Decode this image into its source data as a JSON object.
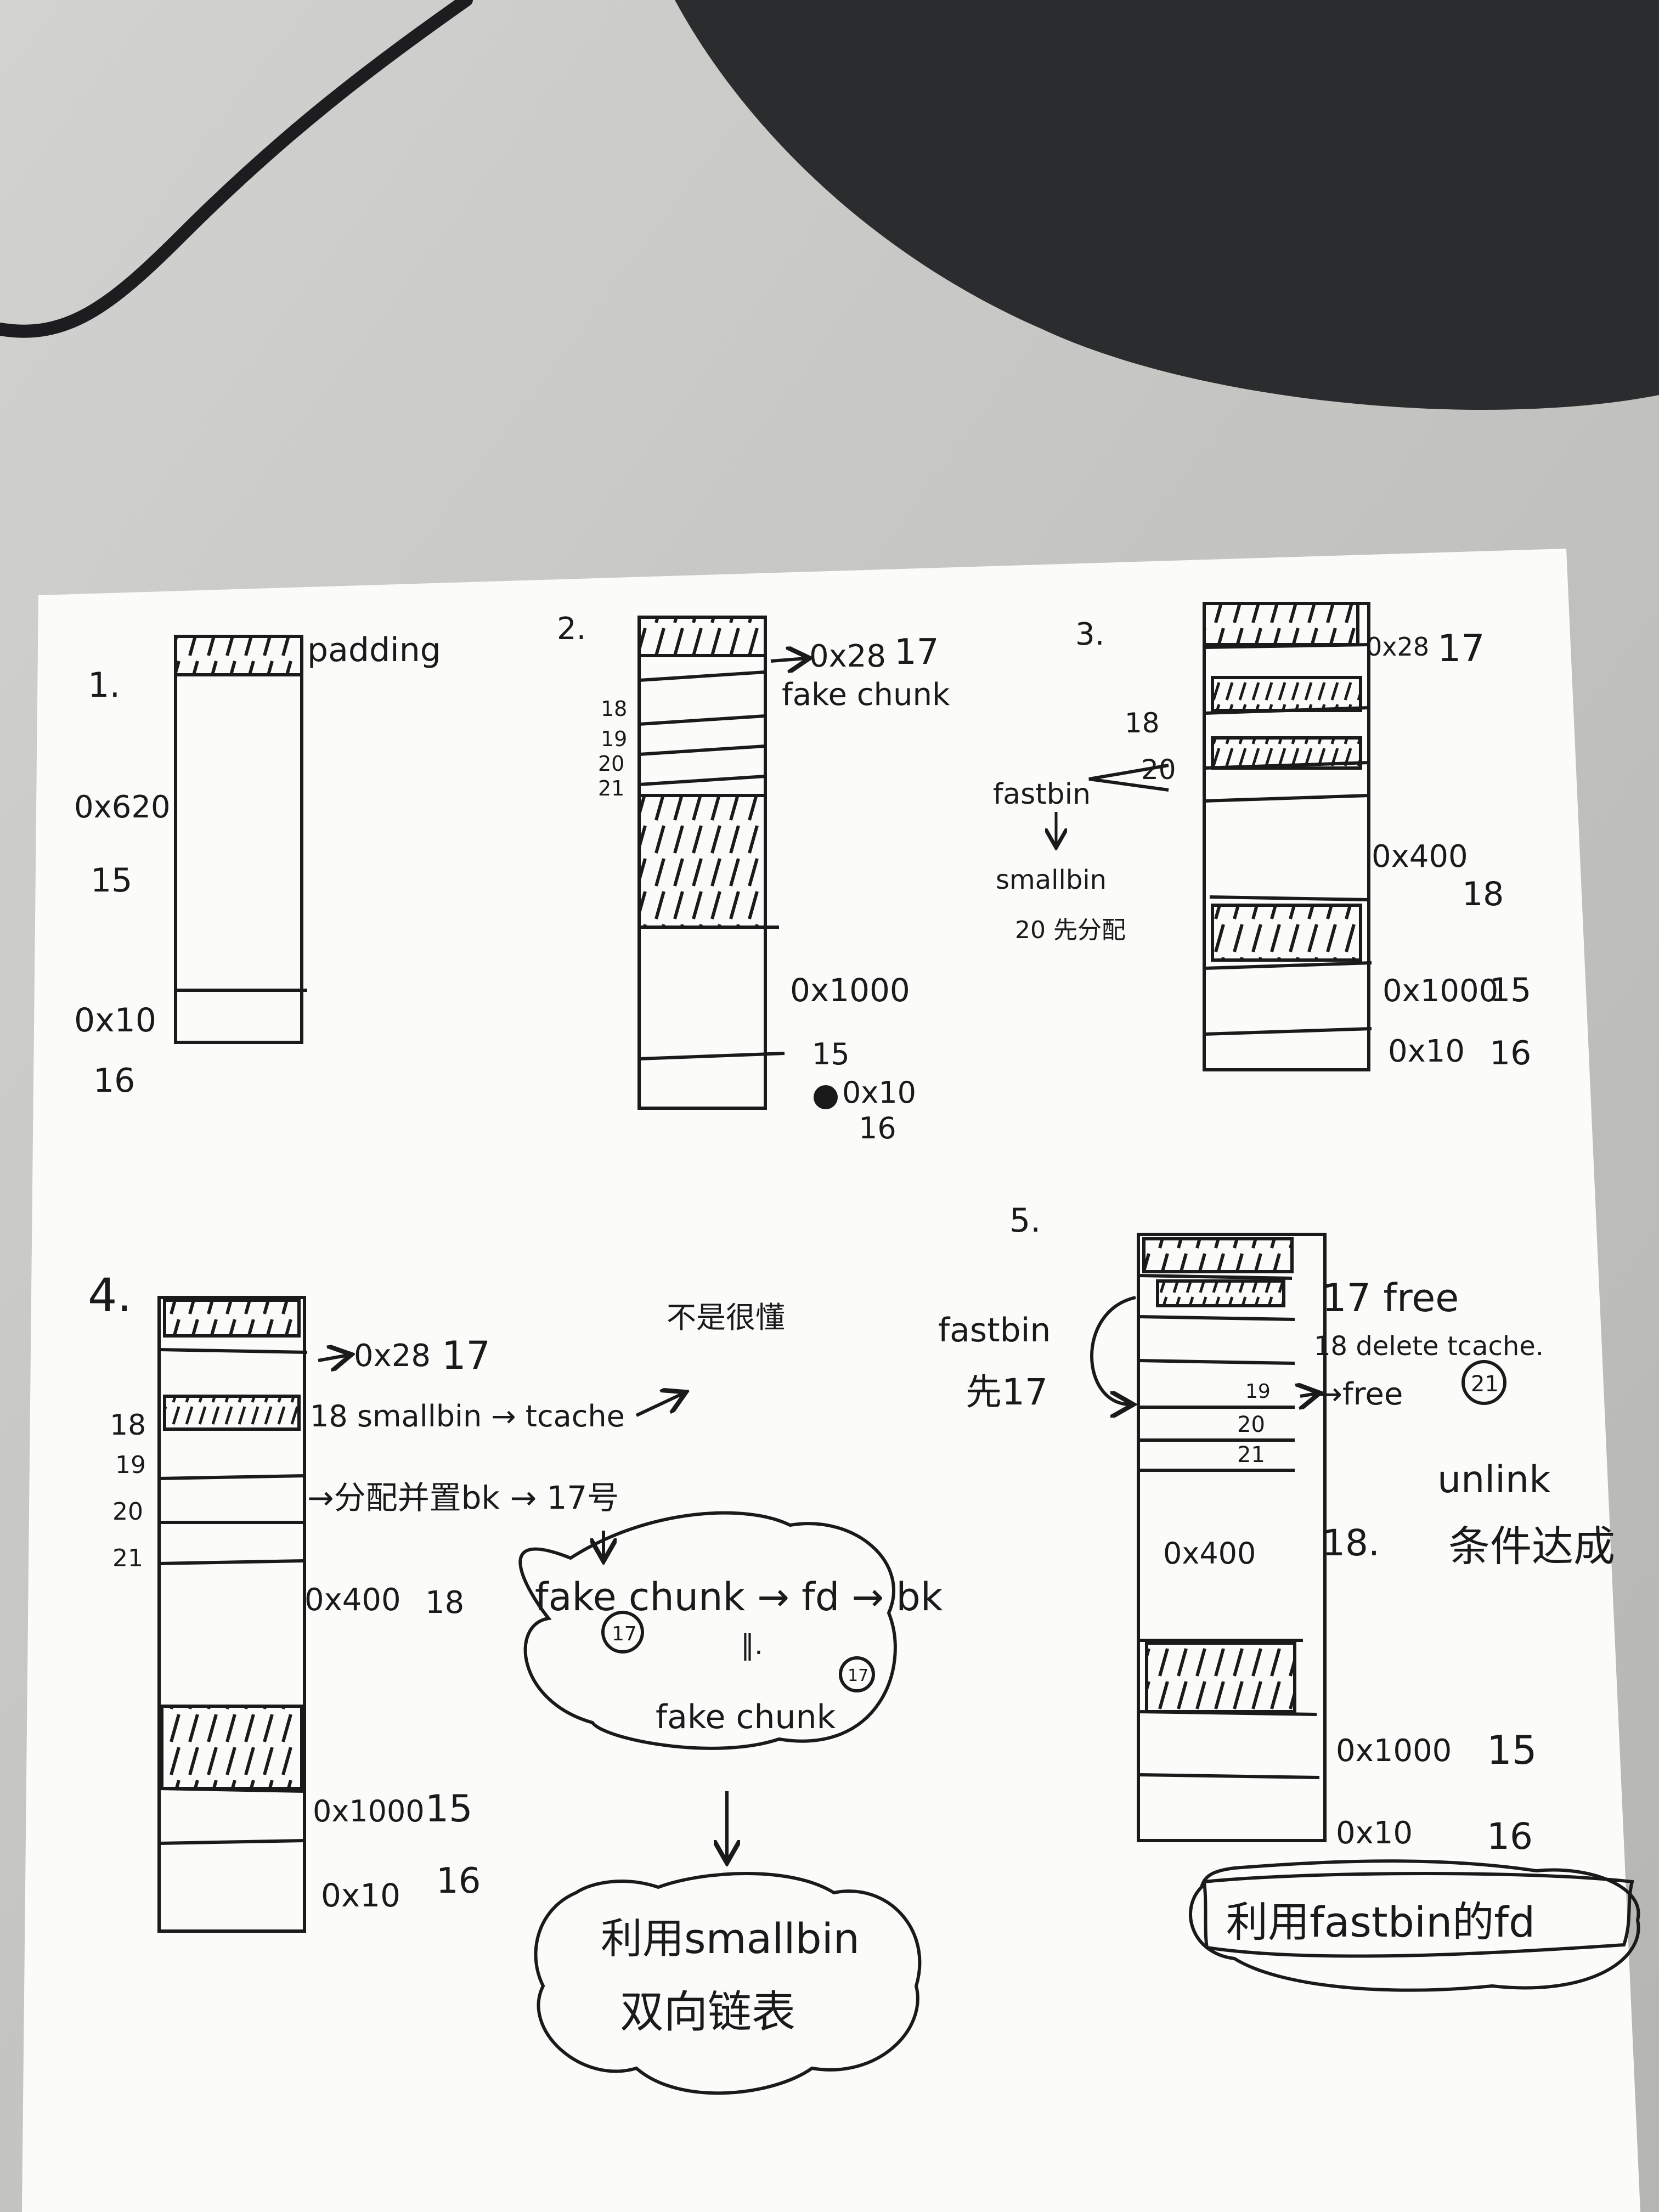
{
  "colors": {
    "desk": "#c9c9c7",
    "desk_shade": "#b9b9b6",
    "monitor_base": "#2b2c2e",
    "cable": "#1d1d1f",
    "paper": "#fbfbfa",
    "ink": "#1a1a1a"
  },
  "panel1": {
    "number": "1.",
    "padding_label": "padding",
    "size_label": "0x620",
    "index_15": "15",
    "small_size": "0x10",
    "index_16": "16"
  },
  "panel2": {
    "number": "2.",
    "size_top": "0x28",
    "index_17": "17",
    "fake_chunk": "fake chunk",
    "idx_18": "18",
    "idx_19": "19",
    "idx_20": "20",
    "idx_21": "21",
    "big_size": "0x1000",
    "index_15": "15",
    "small_size": "0x10",
    "index_16": "16"
  },
  "panel3": {
    "number": "3.",
    "size_top": "0x28",
    "index_17": "17",
    "idx_18": "18",
    "idx_20": "20",
    "fastbin": "fastbin",
    "smallbin": "smallbin",
    "note": "20 先分配",
    "mid_size": "0x400",
    "index_18": "18",
    "big_size": "0x1000",
    "index_15": "15",
    "small_size": "0x10",
    "index_16": "16"
  },
  "panel4": {
    "number": "4.",
    "size_top": "0x28",
    "index_17": "17",
    "idx_18": "18",
    "idx_19": "19",
    "idx_20": "20",
    "idx_21": "21",
    "line1": "18 smallbin → tcache",
    "line2": "→分配并置bk → 17号",
    "note_top": "不是很懂",
    "cloud_line1": "fake chunk → fd → bk",
    "cloud_eq": "‖.",
    "cloud_line2": "fake chunk",
    "circled_17": "17",
    "mid_size": "0x400",
    "index_18": "18",
    "big_size": "0x1000",
    "index_15": "15",
    "small_size": "0x10",
    "index_16": "16",
    "bottom_cloud_line1": "利用smallbin",
    "bottom_cloud_line2": "双向链表"
  },
  "panel5": {
    "number": "5.",
    "fastbin": "fastbin",
    "first_17": "先17",
    "free_17": "17 free",
    "delete_tcache": "18 delete tcache.",
    "circled_21": "21",
    "idx_19": "19",
    "idx_20": "20",
    "idx_21": "21",
    "free_arrow": "→free",
    "mid_size": "0x400",
    "index_18": "18.",
    "unlink": "unlink",
    "condition": "条件达成",
    "big_size": "0x1000",
    "index_15": "15",
    "small_size": "0x10",
    "index_16": "16",
    "bottom_box": "利用fastbin的fd"
  }
}
